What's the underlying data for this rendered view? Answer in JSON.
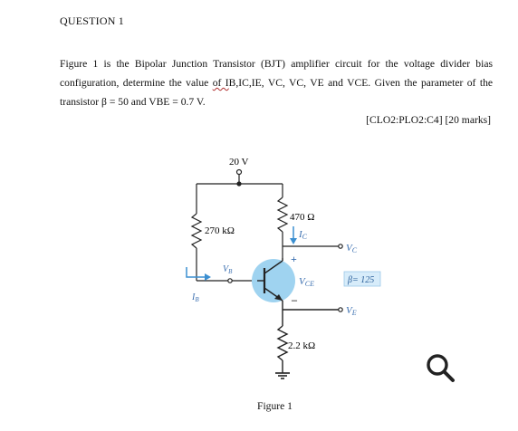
{
  "question": {
    "heading": "QUESTION 1",
    "line1": "Figure 1 is the Bipolar Junction Transistor (BJT) amplifier circuit for the voltage divider bias",
    "line2_a": "configuration, determine the value ",
    "line2_of": "of I",
    "line2_b": "B,IC,IE, VC, VC, VE and VCE. Given the parameter of the",
    "line3": "transistor β = 50 and VBE = 0.7 V.",
    "marks": "[CLO2:PLO2:C4]  [20 marks]"
  },
  "figure": {
    "supply": "20 V",
    "r_base": "270 kΩ",
    "r_collector": "470 Ω",
    "r_emitter": "2.2 kΩ",
    "ic_label": "I",
    "ic_sub": "C",
    "ib_label": "I",
    "ib_sub": "B",
    "vb_label": "V",
    "vb_sub": "B",
    "vc_label": "V",
    "vc_sub": "C",
    "ve_label": "V",
    "ve_sub": "E",
    "vce_label": "V",
    "vce_sub": "CE",
    "plus": "+",
    "minus": "–",
    "beta": "β= 125",
    "caption": "Figure 1"
  },
  "colors": {
    "wire": "#222222",
    "transistor_fill": "#9fd3f0",
    "arrow": "#3b8fd1",
    "beta_box": "#d7ecfa"
  },
  "icons": {
    "zoom": "magnifier-icon"
  }
}
